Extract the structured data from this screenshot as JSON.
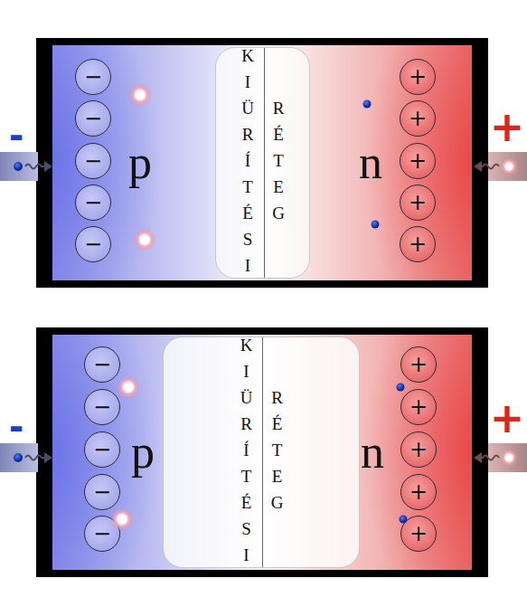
{
  "diagram": {
    "nodes": [
      {
        "text": [
          "p",
          "n"
        ]
      },
      {
        "text": [
          "KIÜRÍTÉSI",
          "RÉTEG"
        ],
        "in": 0
      },
      {
        "text": [
          "−"
        ],
        "in": 0
      },
      {
        "text": [
          "−"
        ],
        "in": 0
      },
      {
        "text": [
          "−"
        ],
        "in": 0
      },
      {
        "text": [
          "−"
        ],
        "in": 0
      },
      {
        "text": [
          "−"
        ],
        "in": 0
      },
      {
        "text": [
          "+"
        ],
        "in": 0
      },
      {
        "text": [
          "+"
        ],
        "in": 0
      },
      {
        "text": [
          "+"
        ],
        "in": 0
      },
      {
        "text": [
          "+"
        ],
        "in": 0
      },
      {
        "text": [
          "+"
        ],
        "in": 0
      },
      {
        "text": [
          "p",
          "n"
        ]
      },
      {
        "text": [
          "KIÜRÍTÉSI",
          "RÉTEG"
        ],
        "in": 12
      },
      {
        "text": [
          "−"
        ],
        "in": 12
      },
      {
        "text": [
          "−"
        ],
        "in": 12
      },
      {
        "text": [
          "−"
        ],
        "in": 12
      },
      {
        "text": [
          "−"
        ],
        "in": 12
      },
      {
        "text": [
          "−"
        ],
        "in": 12
      },
      {
        "text": [
          "+"
        ],
        "in": 12
      },
      {
        "text": [
          "+"
        ],
        "in": 12
      },
      {
        "text": [
          "+"
        ],
        "in": 12
      },
      {
        "text": [
          "+"
        ],
        "in": 12
      },
      {
        "text": [
          "+"
        ],
        "in": 12
      }
    ],
    "labels": [
      "-",
      "+",
      "-",
      "+"
    ]
  }
}
